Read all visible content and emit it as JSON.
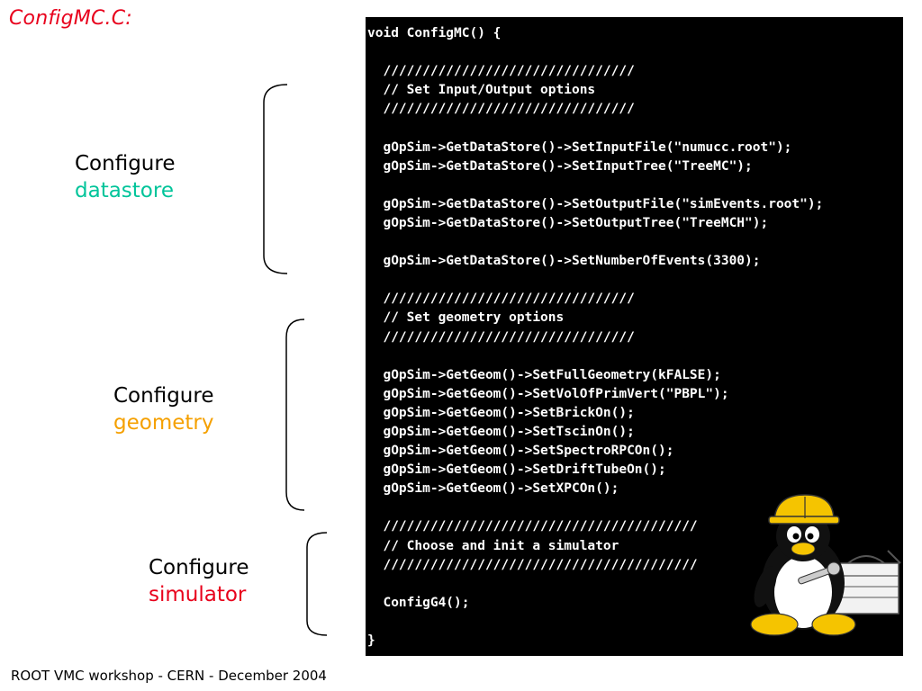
{
  "title": "ConfigMC.C:",
  "footer": "ROOT VMC workshop - CERN - December 2004",
  "colors": {
    "title": "#e8001c",
    "datastore": "#00c49a",
    "geometry": "#f5a000",
    "simulator": "#e8001c",
    "code_bg": "#000000",
    "code_fg": "#ffffff"
  },
  "groups": [
    {
      "line1": "Configure",
      "line2": "datastore"
    },
    {
      "line1": "Configure",
      "line2": "geometry"
    },
    {
      "line1": "Configure",
      "line2": "simulator"
    }
  ],
  "code": [
    "void ConfigMC() {",
    "",
    "  ////////////////////////////////",
    "  // Set Input/Output options",
    "  ////////////////////////////////",
    "",
    "  gOpSim->GetDataStore()->SetInputFile(\"numucc.root\");",
    "  gOpSim->GetDataStore()->SetInputTree(\"TreeMC\");",
    "",
    "  gOpSim->GetDataStore()->SetOutputFile(\"simEvents.root\");",
    "  gOpSim->GetDataStore()->SetOutputTree(\"TreeMCH\");",
    "",
    "  gOpSim->GetDataStore()->SetNumberOfEvents(3300);",
    "",
    "  ////////////////////////////////",
    "  // Set geometry options",
    "  ////////////////////////////////",
    "",
    "  gOpSim->GetGeom()->SetFullGeometry(kFALSE);",
    "  gOpSim->GetGeom()->SetVolOfPrimVert(\"PBPL\");",
    "  gOpSim->GetGeom()->SetBrickOn();",
    "  gOpSim->GetGeom()->SetTscinOn();",
    "  gOpSim->GetGeom()->SetSpectroRPCOn();",
    "  gOpSim->GetGeom()->SetDriftTubeOn();",
    "  gOpSim->GetGeom()->SetXPCOn();",
    "",
    "  ////////////////////////////////////////",
    "  // Choose and init a simulator",
    "  ////////////////////////////////////////",
    "",
    "  ConfigG4();",
    "",
    "}"
  ],
  "mascot_icon": "tux-builder-penguin-icon"
}
